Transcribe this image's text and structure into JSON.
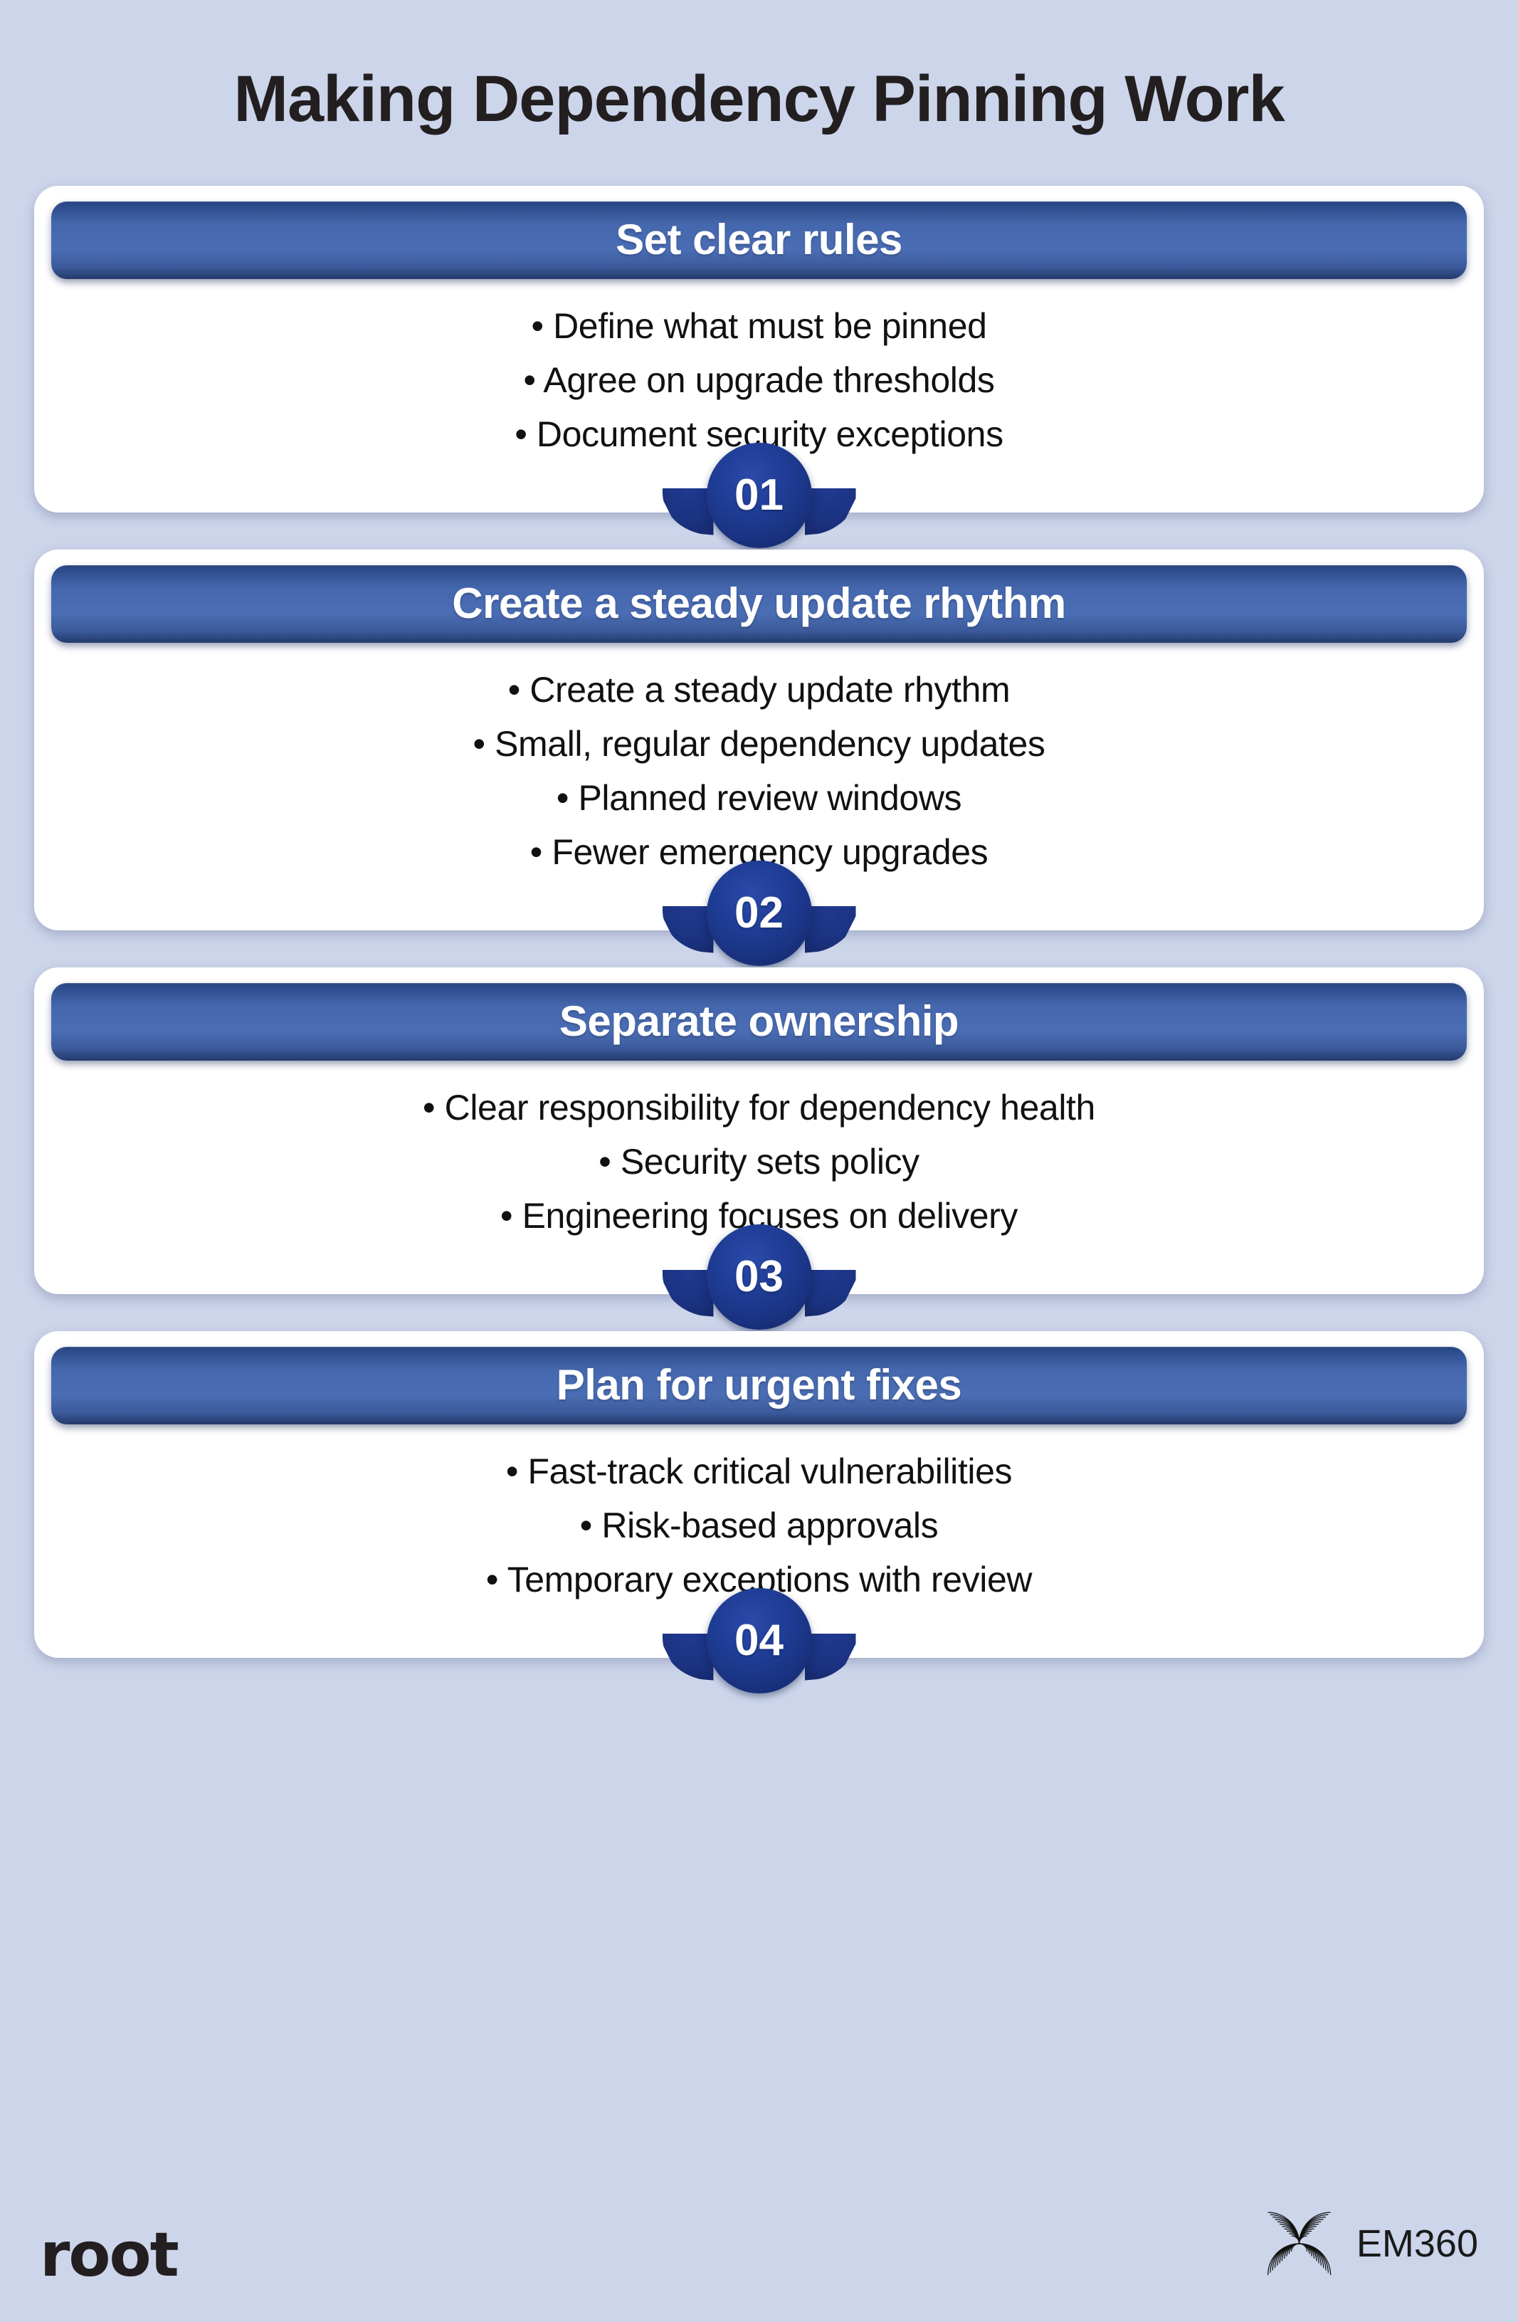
{
  "title": "Making Dependency Pinning Work",
  "colors": {
    "background": "#ccd5ea",
    "card": "#ffffff",
    "header_blue": "#4567ad",
    "header_blue_dark": "#23396c",
    "badge_navy": "#1a3280",
    "text_dark": "#231f20"
  },
  "steps": [
    {
      "number": "01",
      "header": "Set clear rules",
      "bullets": [
        "• Define what must be pinned",
        "• Agree on upgrade thresholds",
        "• Document security exceptions"
      ]
    },
    {
      "number": "02",
      "header": "Create a steady update rhythm",
      "bullets": [
        "• Create a steady update rhythm",
        "• Small, regular dependency updates",
        "• Planned review windows",
        "• Fewer emergency upgrades"
      ]
    },
    {
      "number": "03",
      "header": "Separate ownership",
      "bullets": [
        "• Clear responsibility for dependency health",
        "• Security sets policy",
        "• Engineering focuses on delivery"
      ]
    },
    {
      "number": "04",
      "header": "Plan for urgent fixes",
      "bullets": [
        "• Fast-track critical vulnerabilities",
        "• Risk-based approvals",
        "• Temporary exceptions with review"
      ]
    }
  ],
  "footer": {
    "root_logo": "root",
    "em360_wordmark": "EM360",
    "em360_mark_icon": "em360-swirl-icon"
  }
}
